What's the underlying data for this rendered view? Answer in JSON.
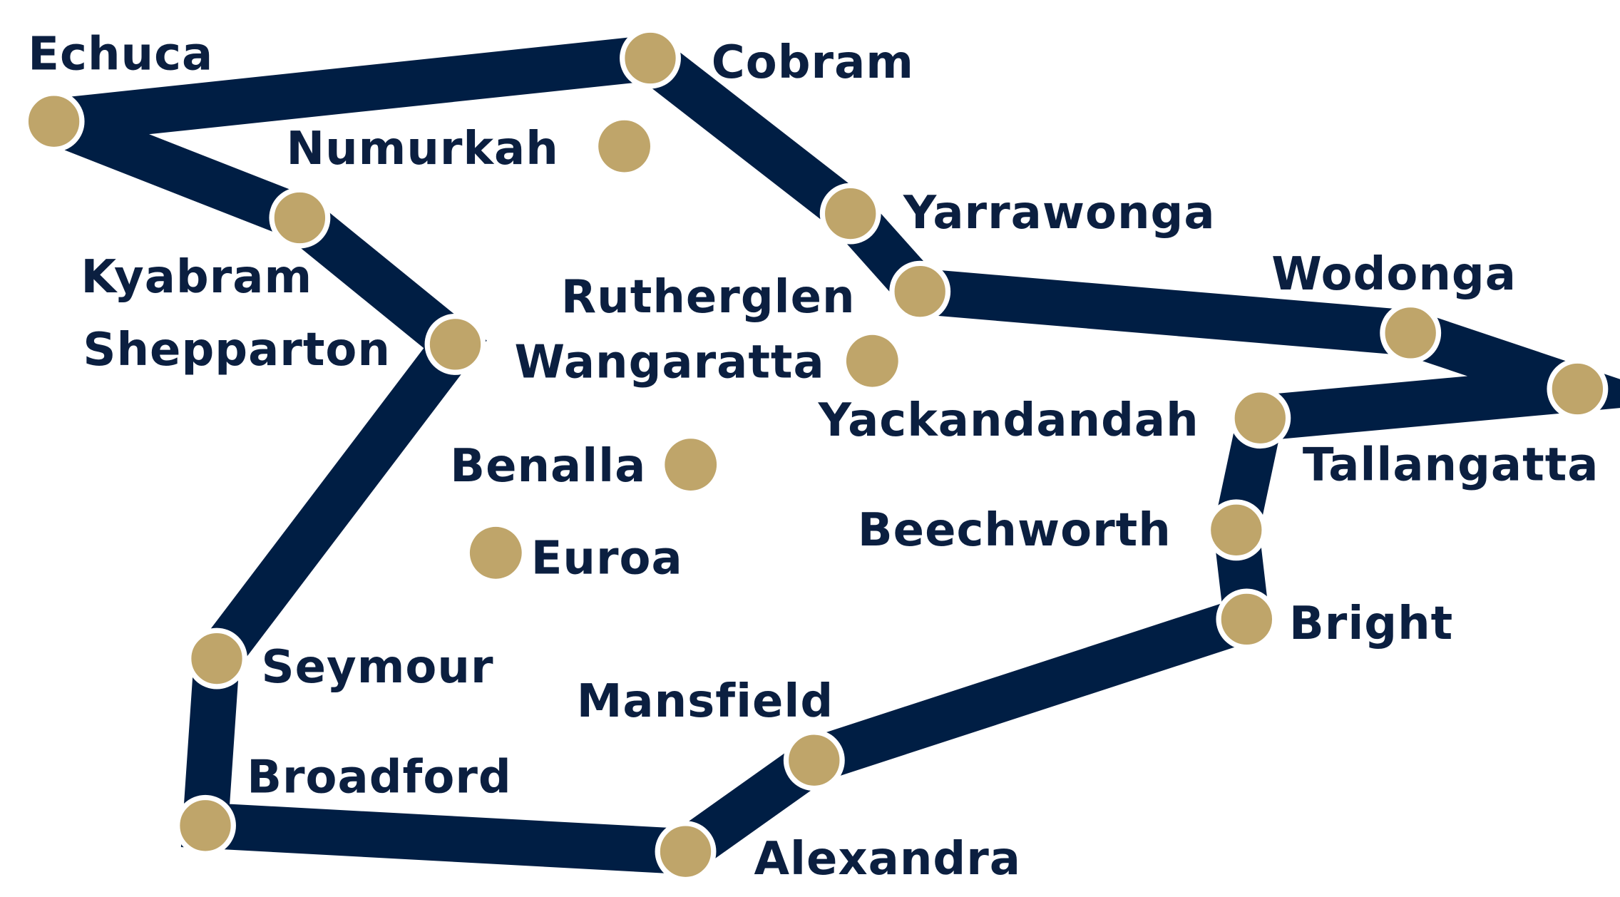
{
  "colors": {
    "route": "#001E44",
    "stop": "#BFA56A",
    "stop_outline": "#FFFFFF",
    "label": "#0B1F40",
    "background": "#FFFFFF"
  },
  "towns": [
    {
      "id": "echuca",
      "name": "Echuca",
      "on_route": true
    },
    {
      "id": "cobram",
      "name": "Cobram",
      "on_route": true
    },
    {
      "id": "numurkah",
      "name": "Numurkah",
      "on_route": false
    },
    {
      "id": "kyabram",
      "name": "Kyabram",
      "on_route": true
    },
    {
      "id": "shepparton",
      "name": "Shepparton",
      "on_route": true
    },
    {
      "id": "yarrawonga",
      "name": "Yarrawonga",
      "on_route": true
    },
    {
      "id": "rutherglen",
      "name": "Rutherglen",
      "on_route": true
    },
    {
      "id": "wangaratta",
      "name": "Wangaratta",
      "on_route": false
    },
    {
      "id": "wodonga",
      "name": "Wodonga",
      "on_route": true
    },
    {
      "id": "tallangatta",
      "name": "Tallangatta",
      "on_route": true
    },
    {
      "id": "yackandandah",
      "name": "Yackandandah",
      "on_route": true
    },
    {
      "id": "benalla",
      "name": "Benalla",
      "on_route": false
    },
    {
      "id": "beechworth",
      "name": "Beechworth",
      "on_route": true
    },
    {
      "id": "euroa",
      "name": "Euroa",
      "on_route": false
    },
    {
      "id": "bright",
      "name": "Bright",
      "on_route": true
    },
    {
      "id": "seymour",
      "name": "Seymour",
      "on_route": true
    },
    {
      "id": "mansfield",
      "name": "Mansfield",
      "on_route": true
    },
    {
      "id": "broadford",
      "name": "Broadford",
      "on_route": true
    },
    {
      "id": "alexandra",
      "name": "Alexandra",
      "on_route": true
    }
  ],
  "route_order": [
    "echuca",
    "cobram",
    "yarrawonga",
    "rutherglen",
    "wodonga",
    "tallangatta",
    "yackandandah",
    "beechworth",
    "bright",
    "mansfield",
    "alexandra",
    "broadford",
    "seymour",
    "shepparton",
    "kyabram",
    "echuca"
  ]
}
